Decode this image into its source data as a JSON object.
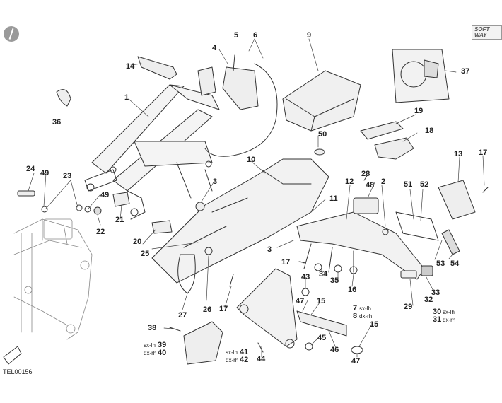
{
  "drawing_code": "TEL00156",
  "logo_text": "SOFT WAY",
  "labels": [
    "1",
    "2",
    "3",
    "3",
    "4",
    "5",
    "6",
    "9",
    "10",
    "11",
    "12",
    "13",
    "14",
    "15",
    "15",
    "16",
    "17",
    "17",
    "17",
    "18",
    "19",
    "20",
    "21",
    "22",
    "23",
    "24",
    "25",
    "26",
    "27",
    "28",
    "29",
    "32",
    "33",
    "34",
    "35",
    "36",
    "37",
    "38",
    "43",
    "44",
    "45",
    "46",
    "47",
    "47",
    "48",
    "49",
    "49",
    "50",
    "51",
    "52",
    "53",
    "54"
  ],
  "sided_labels": {
    "p39_40": {
      "left_text": "sx-lh",
      "left_num": "39",
      "right_text": "dx-rh",
      "right_num": "40"
    },
    "p41_42": {
      "left_text": "sx-lh",
      "left_num": "41",
      "right_text": "dx-rh",
      "right_num": "42"
    },
    "p7_8": {
      "left_text": "sx-lh",
      "left_num": "7",
      "right_text": "dx-rh",
      "right_num": "8"
    },
    "p30_31": {
      "left_text": "sx-lh",
      "left_num": "30",
      "right_text": "dx-rh",
      "right_num": "31"
    }
  },
  "colors": {
    "line": "#333333",
    "shade": "#e6e6e6",
    "text": "#222222"
  }
}
